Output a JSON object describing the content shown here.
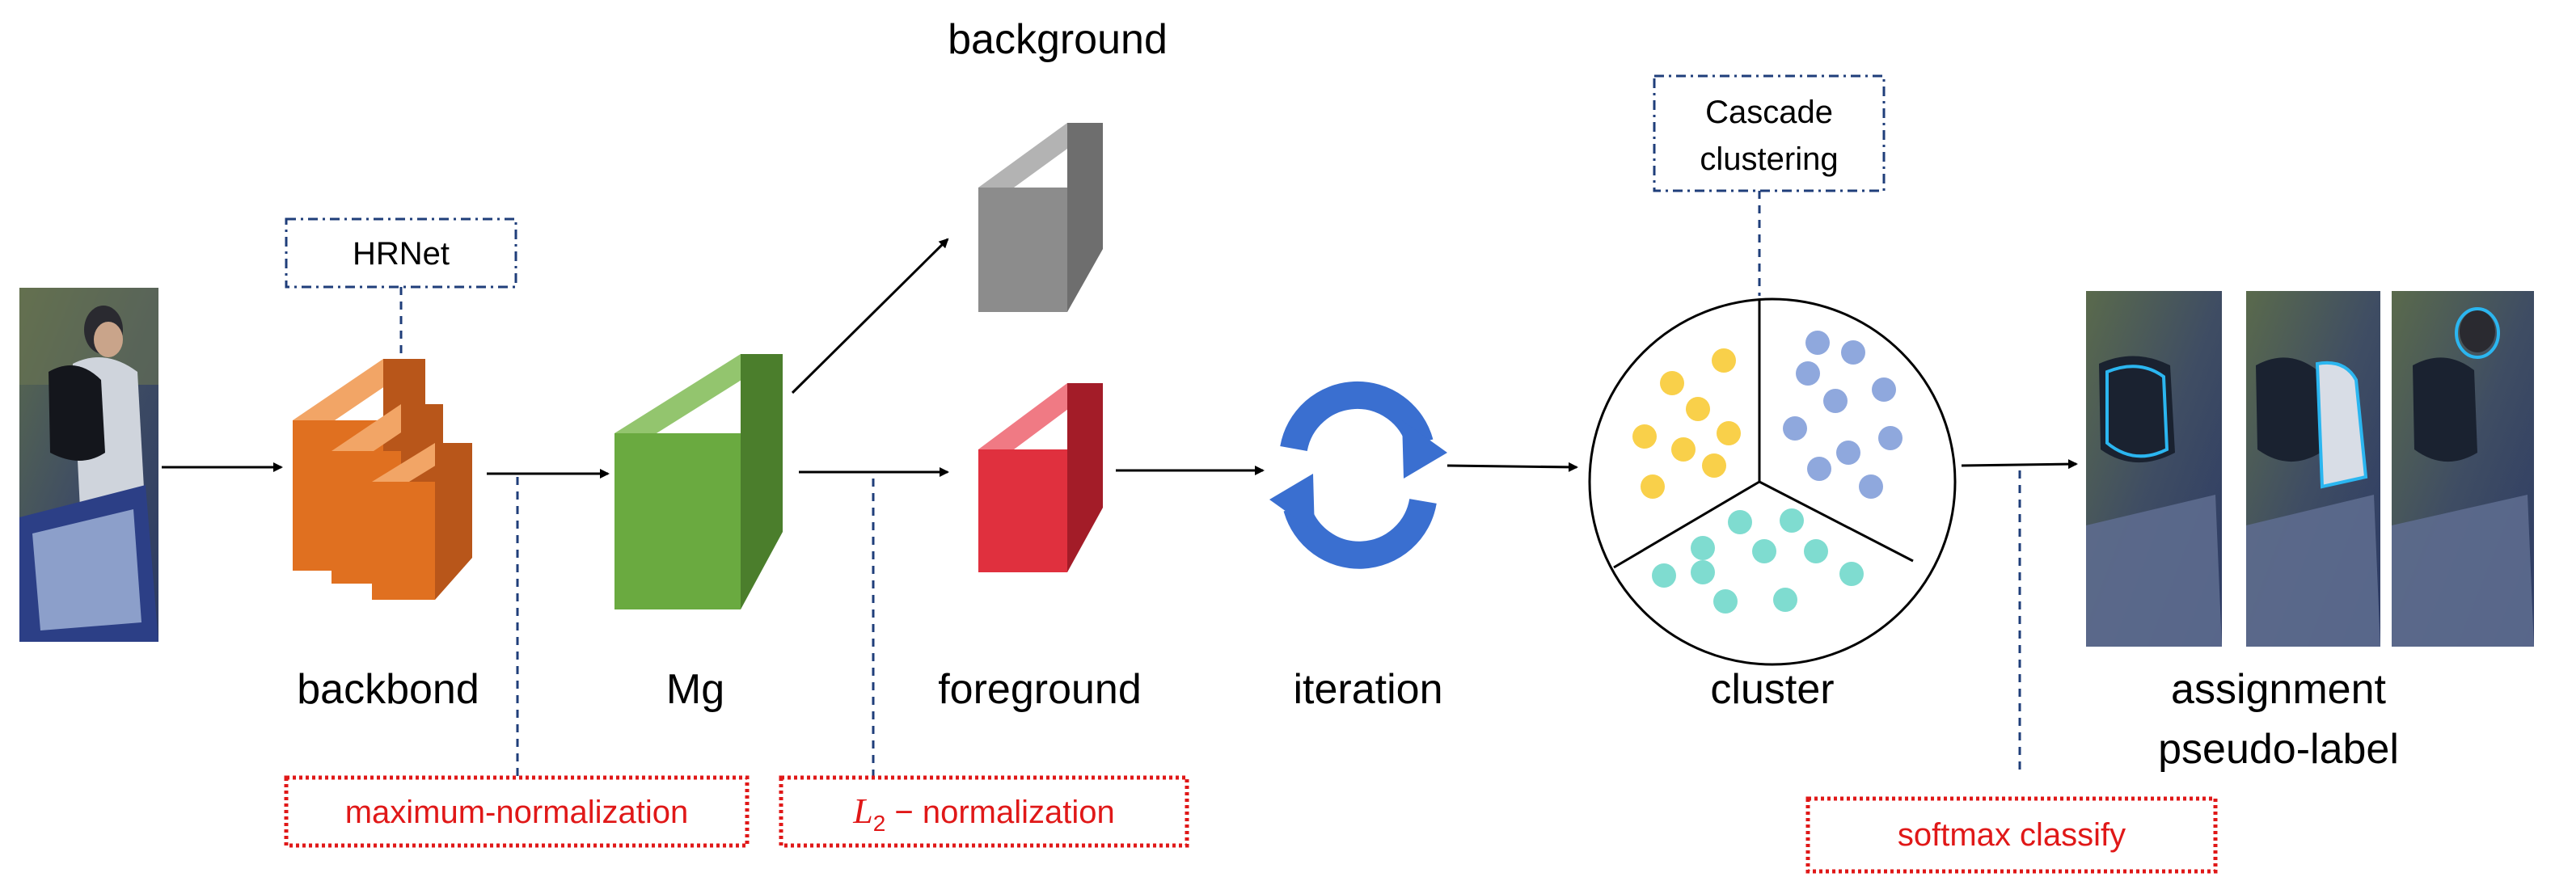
{
  "labels": {
    "background": "background",
    "backbond": "backbond",
    "mg": "Mg",
    "foreground": "foreground",
    "iteration": "iteration",
    "cluster": "cluster",
    "assignment": "assignment",
    "pseudo_label": "pseudo-label"
  },
  "annotations": {
    "hrnet": "HRNet",
    "cascade_line1": "Cascade",
    "cascade_line2": "clustering",
    "maximum_normalization": "maximum-normalization",
    "l2_prefix": "L",
    "l2_subscript": "2",
    "l2_suffix": " − normalization",
    "softmax": "softmax classify"
  },
  "colors": {
    "annotation_blue_border": "#1f3e7a",
    "annotation_red": "#e01818",
    "backbone_orange": "#e07020",
    "mg_green": "#6aaa40",
    "foreground_red": "#e0303e",
    "background_gray": "#8c8c8c",
    "iteration_blue": "#3a6fd0",
    "dot_yellow": "#f9d04a",
    "dot_blue": "#8fa8dd",
    "dot_teal": "#7fdcd0"
  },
  "icons": {
    "person_crop": "person-photo",
    "cycle": "cycle-arrows-icon"
  }
}
